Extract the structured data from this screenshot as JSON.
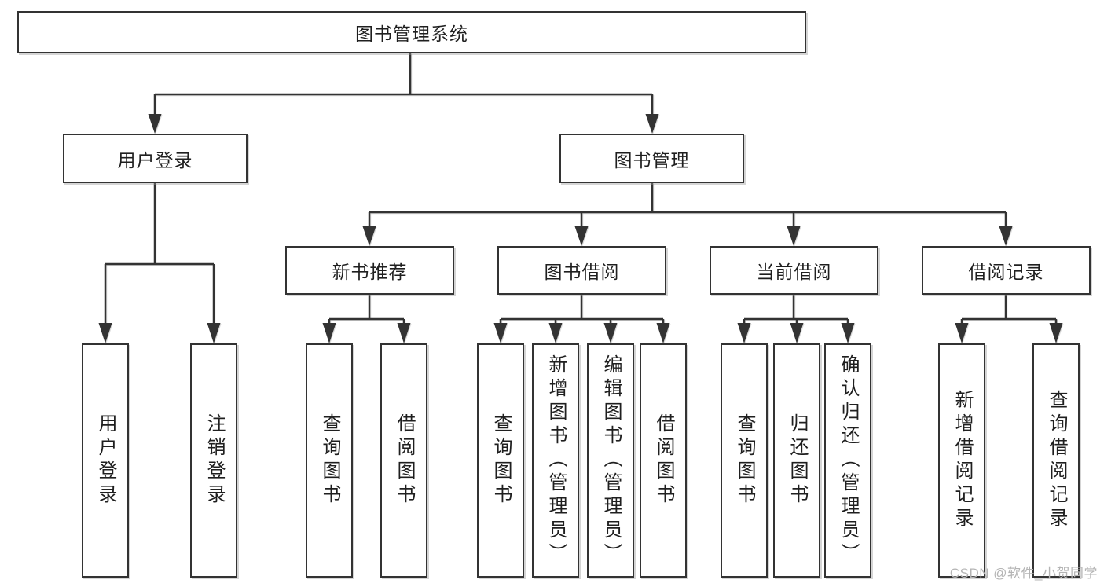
{
  "diagram": {
    "type": "hierarchy-tree",
    "hierarchy": {
      "root": {
        "label": "图书管理系统"
      },
      "children": [
        {
          "label": "用户登录",
          "children": [
            {
              "label": "用户登录"
            },
            {
              "label": "注销登录"
            }
          ]
        },
        {
          "label": "图书管理",
          "children": [
            {
              "label": "新书推荐",
              "children": [
                {
                  "label": "查询图书"
                },
                {
                  "label": "借阅图书"
                }
              ]
            },
            {
              "label": "图书借阅",
              "children": [
                {
                  "label": "查询图书"
                },
                {
                  "label": "新增图书（管理员）"
                },
                {
                  "label": "编辑图书（管理员）"
                },
                {
                  "label": "借阅图书"
                }
              ]
            },
            {
              "label": "当前借阅",
              "children": [
                {
                  "label": "查询图书"
                },
                {
                  "label": "归还图书"
                },
                {
                  "label": "确认归还（管理员）"
                }
              ]
            },
            {
              "label": "借阅记录",
              "children": [
                {
                  "label": "新增借阅记录"
                },
                {
                  "label": "查询借阅记录"
                }
              ]
            }
          ]
        }
      ]
    },
    "colors": {
      "line": "#333333",
      "box_border": "#333333",
      "text": "#1f1f1f",
      "background": "#ffffff",
      "watermark": "#b4b4b4"
    }
  },
  "watermark": {
    "text": "CSDN @软件_小贺同学"
  }
}
